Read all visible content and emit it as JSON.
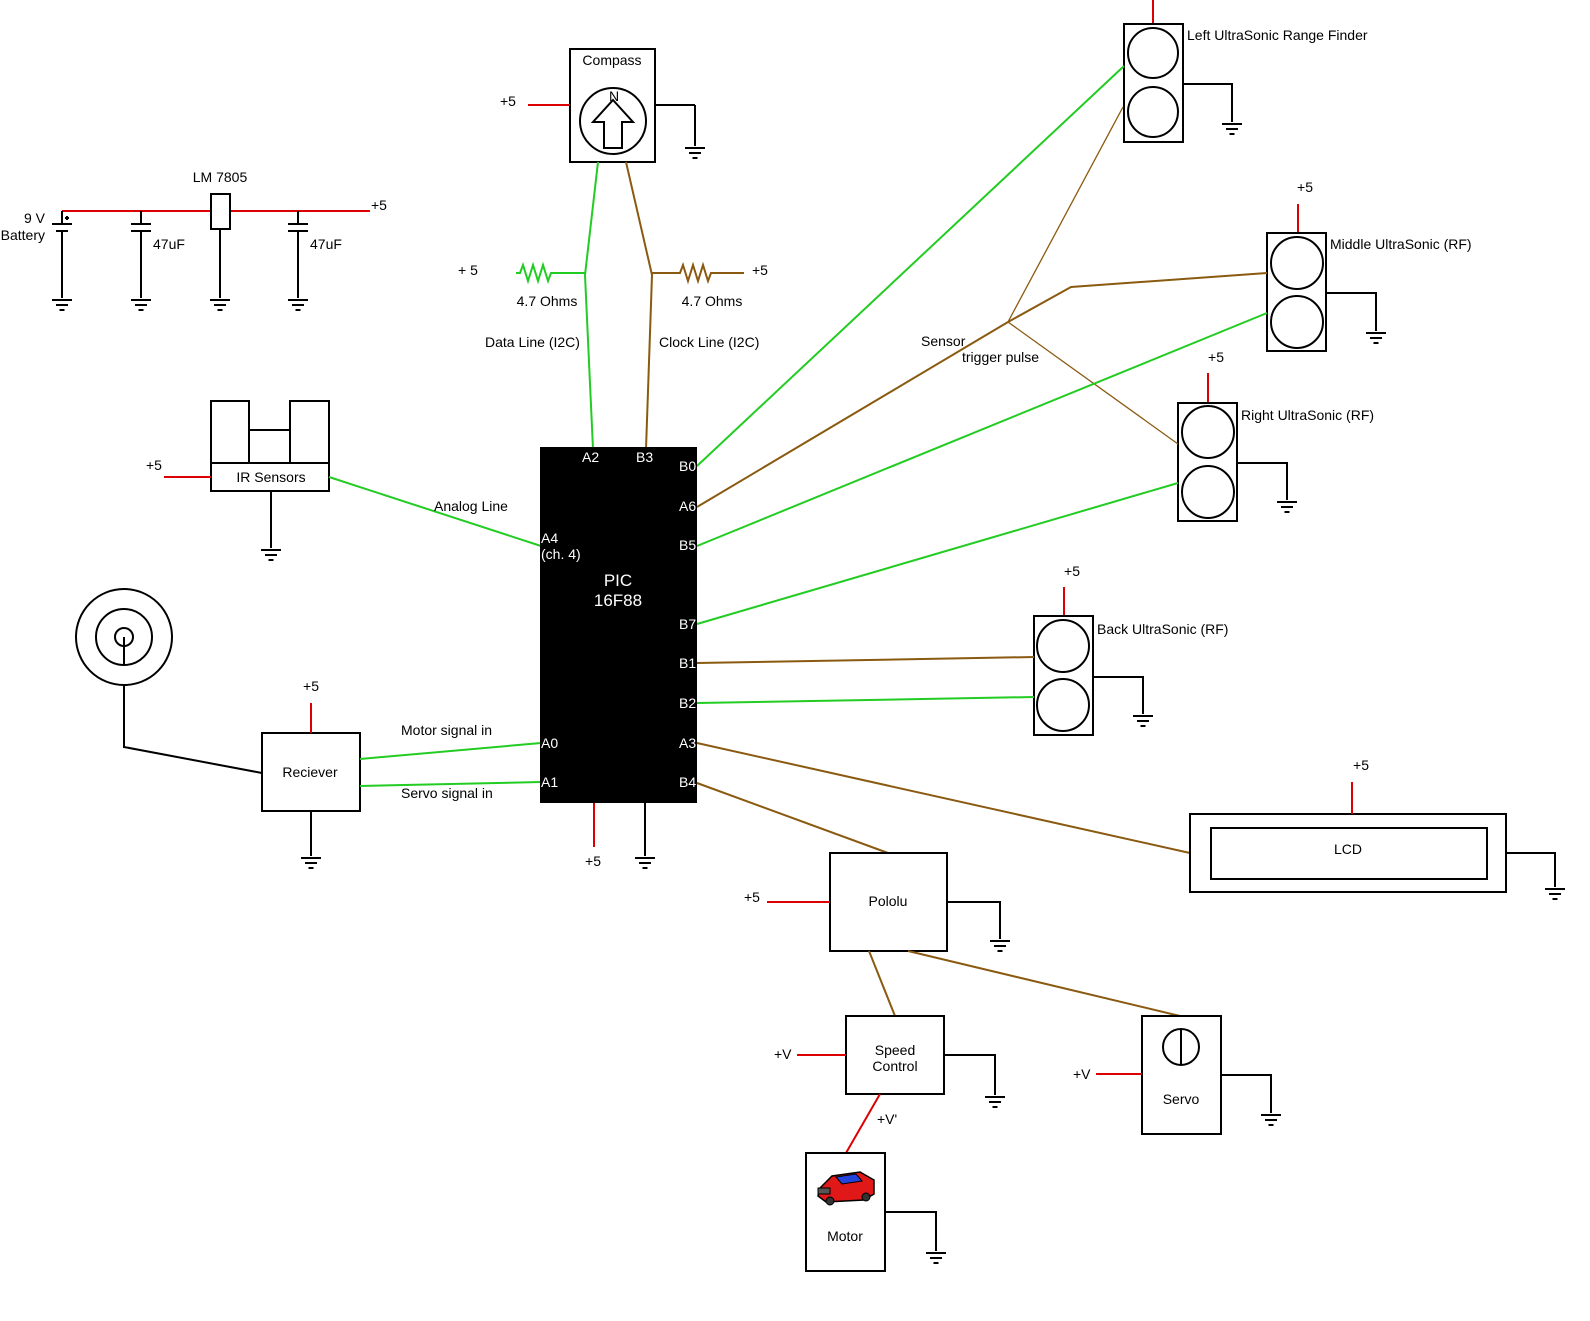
{
  "colors": {
    "power_wire": "#dd0000",
    "data_wire_green": "#22cc22",
    "data_wire_brown": "#8a5a10",
    "ground_wire": "#000000",
    "pic_body": "#000000",
    "background": "#ffffff"
  },
  "icons": {
    "ground": "ground-icon",
    "compass": "compass-arrow-icon",
    "antenna": "antenna-icon",
    "servo": "servo-icon",
    "motor": "red-car-icon",
    "battery": "battery-icon",
    "capacitor": "capacitor-icon",
    "resistor": "resistor-icon"
  },
  "labels": {
    "plus5": "+5",
    "plus5_spaced": "+ 5",
    "plus_v": "+V",
    "plus_v_prime": "+V'"
  },
  "power": {
    "battery_voltage": "9 V",
    "battery_label": "Battery",
    "regulator": "LM 7805",
    "cap1": "47uF",
    "cap2": "47uF",
    "out": "+5"
  },
  "compass": {
    "label": "Compass",
    "north": "N",
    "resistor_left": "4.7 Ohms",
    "resistor_right": "4.7 Ohms",
    "data_line": "Data Line (I2C)",
    "clock_line": "Clock Line (I2C)"
  },
  "pic": {
    "name": "PIC",
    "model": "16F88",
    "pins": {
      "a2": "A2",
      "b3": "B3",
      "b0": "B0",
      "a6": "A6",
      "b5": "B5",
      "a4": "A4",
      "a4_sub": "(ch. 4)",
      "b7": "B7",
      "b1": "B1",
      "b2": "B2",
      "a0": "A0",
      "a3": "A3",
      "a1": "A1",
      "b4": "B4"
    }
  },
  "ir": {
    "label": "IR Sensors",
    "line": "Analog Line"
  },
  "receiver": {
    "label": "Reciever",
    "motor_signal": "Motor signal in",
    "servo_signal": "Servo signal in"
  },
  "sensors": {
    "left": "Left UltraSonic Range Finder",
    "middle": "Middle UltraSonic (RF)",
    "right": "Right UltraSonic (RF)",
    "back": "Back UltraSonic (RF)",
    "trigger_1": "Sensor",
    "trigger_2": "trigger pulse"
  },
  "lcd": {
    "label": "LCD"
  },
  "pololu": {
    "label": "Pololu"
  },
  "speed_control": {
    "line1": "Speed",
    "line2": "Control"
  },
  "servo": {
    "label": "Servo"
  },
  "motor": {
    "label": "Motor"
  }
}
